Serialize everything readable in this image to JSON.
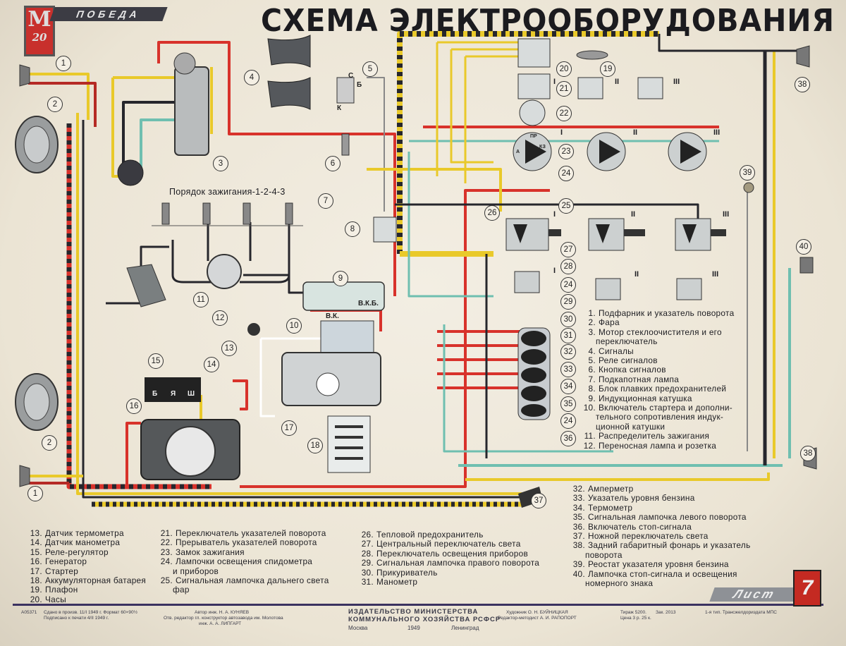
{
  "logo": {
    "model": "М",
    "number": "20",
    "name": "ПОБЕДА"
  },
  "title": "СХЕМА ЭЛЕКТРООБОРУДОВАНИЯ",
  "firing_order": "Порядок зажигания-1-2-4-3",
  "callouts": [
    "1",
    "1",
    "2",
    "2",
    "3",
    "4",
    "5",
    "6",
    "7",
    "8",
    "9",
    "10",
    "11",
    "12",
    "13",
    "14",
    "15",
    "16",
    "17",
    "18",
    "19",
    "20",
    "21",
    "22",
    "23",
    "24",
    "24",
    "24",
    "25",
    "26",
    "27",
    "28",
    "29",
    "30",
    "31",
    "32",
    "33",
    "34",
    "35",
    "36",
    "37",
    "38",
    "38",
    "39",
    "40"
  ],
  "pin_labels": {
    "relay_c": "С",
    "relay_b": "Б",
    "relay_k": "К",
    "coil_vkb": "В.К.Б.",
    "switch_vk": "В.К.",
    "regulator_b": "Б",
    "regulator_ya": "Я",
    "regulator_sh": "Ш",
    "ign_a": "А",
    "ign_kz": "КЗ",
    "ign_pr": "ПР"
  },
  "roman_numerals": [
    "I",
    "II",
    "III",
    "I",
    "II",
    "III",
    "I",
    "II",
    "III",
    "I",
    "II",
    "III"
  ],
  "legend_col1": [
    {
      "n": "13.",
      "t": "Датчик термометра"
    },
    {
      "n": "14.",
      "t": "Датчик манометра"
    },
    {
      "n": "15.",
      "t": "Реле-регулятор"
    },
    {
      "n": "16.",
      "t": "Генератор"
    },
    {
      "n": "17.",
      "t": "Стартер"
    },
    {
      "n": "18.",
      "t": "Аккумуляторная батарея"
    },
    {
      "n": "19.",
      "t": "Плафон"
    },
    {
      "n": "20.",
      "t": "Часы"
    }
  ],
  "legend_col2": [
    {
      "n": "21.",
      "t": "Переключатель указателей поворота"
    },
    {
      "n": "22.",
      "t": "Прерыватель указателей поворота"
    },
    {
      "n": "23.",
      "t": "Замок зажигания"
    },
    {
      "n": "24.",
      "t": "Лампочки освещения спидометра",
      "t2": "и приборов"
    },
    {
      "n": "25.",
      "t": "Сигнальная лампочка дальнего света",
      "t2": "фар"
    }
  ],
  "legend_col3": [
    {
      "n": "26.",
      "t": "Тепловой предохранитель"
    },
    {
      "n": "27.",
      "t": "Центральный переключатель света"
    },
    {
      "n": "28.",
      "t": "Переключатель освещения приборов"
    },
    {
      "n": "29.",
      "t": "Сигнальная лампочка правого поворота"
    },
    {
      "n": "30.",
      "t": "Прикуриватель"
    },
    {
      "n": "31.",
      "t": "Манометр"
    }
  ],
  "legend_right_top": [
    {
      "n": "1.",
      "t": "Подфарник и указатель поворота"
    },
    {
      "n": "2.",
      "t": "Фара"
    },
    {
      "n": "3.",
      "t": "Мотор стеклоочистителя и его",
      "t2": "переключатель"
    },
    {
      "n": "4.",
      "t": "Сигналы"
    },
    {
      "n": "5.",
      "t": "Реле сигналов"
    },
    {
      "n": "6.",
      "t": "Кнопка сигналов"
    },
    {
      "n": "7.",
      "t": "Подкапотная лампа"
    },
    {
      "n": "8.",
      "t": "Блок плавких предохранителей"
    },
    {
      "n": "9.",
      "t": "Индукционная катушка"
    },
    {
      "n": "10.",
      "t": "Включатель стартера и дополни-",
      "t2": "тельного сопротивления индук-",
      "t3": "ционной катушки"
    },
    {
      "n": "11.",
      "t": "Распределитель зажигания"
    },
    {
      "n": "12.",
      "t": "Переносная лампа и розетка"
    }
  ],
  "legend_right_bottom": [
    {
      "n": "32.",
      "t": "Амперметр"
    },
    {
      "n": "33.",
      "t": "Указатель уровня бензина"
    },
    {
      "n": "34.",
      "t": "Термометр"
    },
    {
      "n": "35.",
      "t": "Сигнальная лампочка левого поворота"
    },
    {
      "n": "36.",
      "t": "Включатель стоп-сигнала"
    },
    {
      "n": "37.",
      "t": "Ножной переключатель света"
    },
    {
      "n": "38.",
      "t": "Задний габаритный фонарь и указатель",
      "t2": "поворота"
    },
    {
      "n": "39.",
      "t": "Реостат указателя уровня бензина"
    },
    {
      "n": "40.",
      "t": "Лампочка стоп-сигнала и освещения",
      "t2": "номерного знака"
    }
  ],
  "footer": {
    "code": "А05371",
    "production": "Сдано в произв. 11/I 1949 г.  Формат 60×90½",
    "signed": "Подписано к печати 4/II 1949 г.",
    "author": "Автор инж. Н. А. КУНЯЕВ",
    "editor": "Отв. редактор гл. конструктор автозавода им. Молотова",
    "editor_name": "инж. А. А. ЛИПГАРТ",
    "publisher1": "ИЗДАТЕЛЬСТВО МИНИСТЕРСТВА",
    "publisher2": "КОММУНАЛЬНОГО ХОЗЯЙСТВА РСФСР",
    "city1": "Москва",
    "year": "1949",
    "city2": "Ленинград",
    "artist": "Художник О. Н. БУЙНИЦКАЯ",
    "methodist": "Редактор-методист А. И. РАПОПОРТ",
    "print_run": "Тираж 5200.",
    "order": "Зак. 2013",
    "price": "Цена 3 р. 25 к.",
    "printer": "1-я тип. Трансжелдориздата МПС",
    "sheet_label": "Лист",
    "sheet_number": "7"
  },
  "colors": {
    "red": "#d8322b",
    "yellow": "#e9c92a",
    "black": "#26262c",
    "teal": "#6fbfb0",
    "paper": "#efe9dc"
  }
}
